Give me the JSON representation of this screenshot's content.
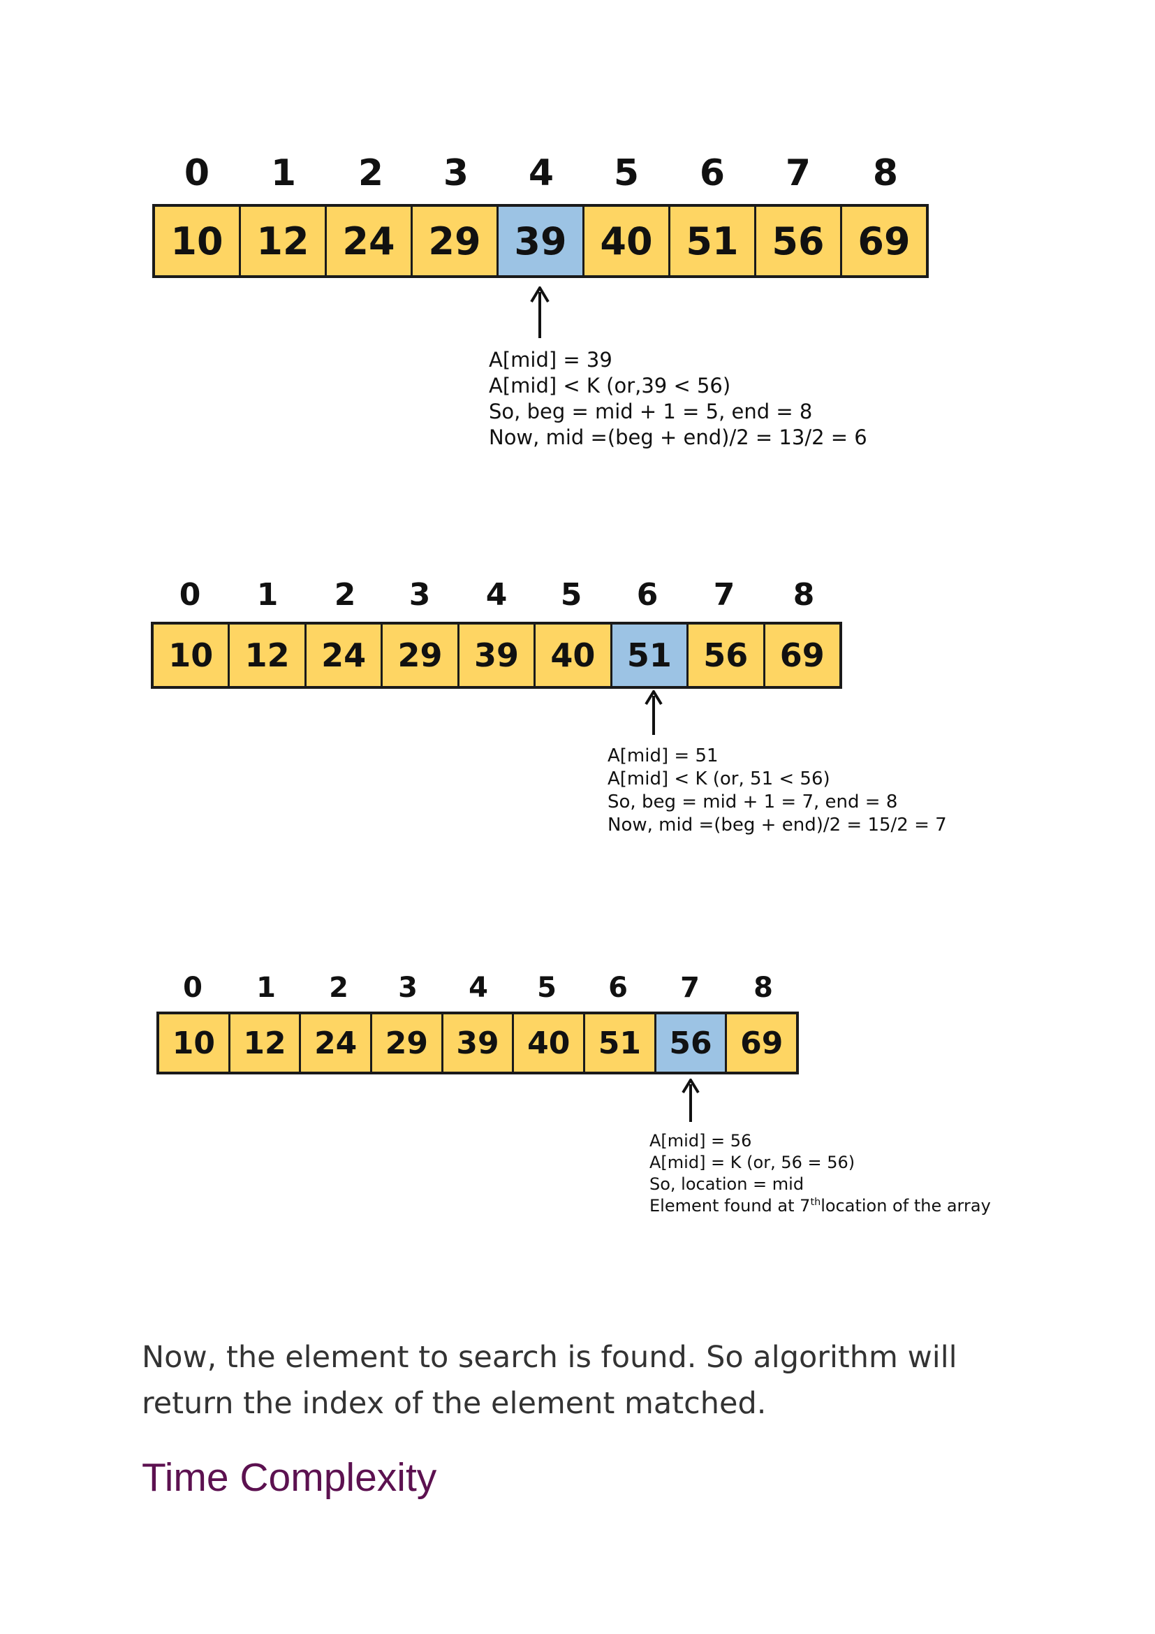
{
  "colors": {
    "cell_default": "#fed563",
    "cell_highlight": "#9cc3e4",
    "heading": "#5c1150",
    "body_text": "#333333"
  },
  "diagram": {
    "steps": [
      {
        "indices": [
          "0",
          "1",
          "2",
          "3",
          "4",
          "5",
          "6",
          "7",
          "8"
        ],
        "values": [
          "10",
          "12",
          "24",
          "29",
          "39",
          "40",
          "51",
          "56",
          "69"
        ],
        "highlight_index": 4,
        "note_lines": [
          "A[mid] = 39",
          "A[mid] < K (or,39 < 56)",
          "So, beg = mid + 1 = 5, end = 8",
          "Now, mid =(beg + end)/2 = 13/2 = 6"
        ]
      },
      {
        "indices": [
          "0",
          "1",
          "2",
          "3",
          "4",
          "5",
          "6",
          "7",
          "8"
        ],
        "values": [
          "10",
          "12",
          "24",
          "29",
          "39",
          "40",
          "51",
          "56",
          "69"
        ],
        "highlight_index": 6,
        "note_lines": [
          "A[mid] = 51",
          "A[mid] < K (or, 51 < 56)",
          "So, beg = mid + 1 = 7, end = 8",
          "Now, mid =(beg + end)/2 = 15/2 = 7"
        ]
      },
      {
        "indices": [
          "0",
          "1",
          "2",
          "3",
          "4",
          "5",
          "6",
          "7",
          "8"
        ],
        "values": [
          "10",
          "12",
          "24",
          "29",
          "39",
          "40",
          "51",
          "56",
          "69"
        ],
        "highlight_index": 7,
        "note_lines": [
          "A[mid] = 56",
          "A[mid] = K (or, 56 = 56)",
          "So, location = mid"
        ],
        "final_line": {
          "before": "Element found at 7",
          "sup": "th",
          "after": "location of the array"
        }
      }
    ]
  },
  "paragraph": "Now, the element to search is found. So algorithm will return the index of the element matched.",
  "heading": "Time Complexity"
}
